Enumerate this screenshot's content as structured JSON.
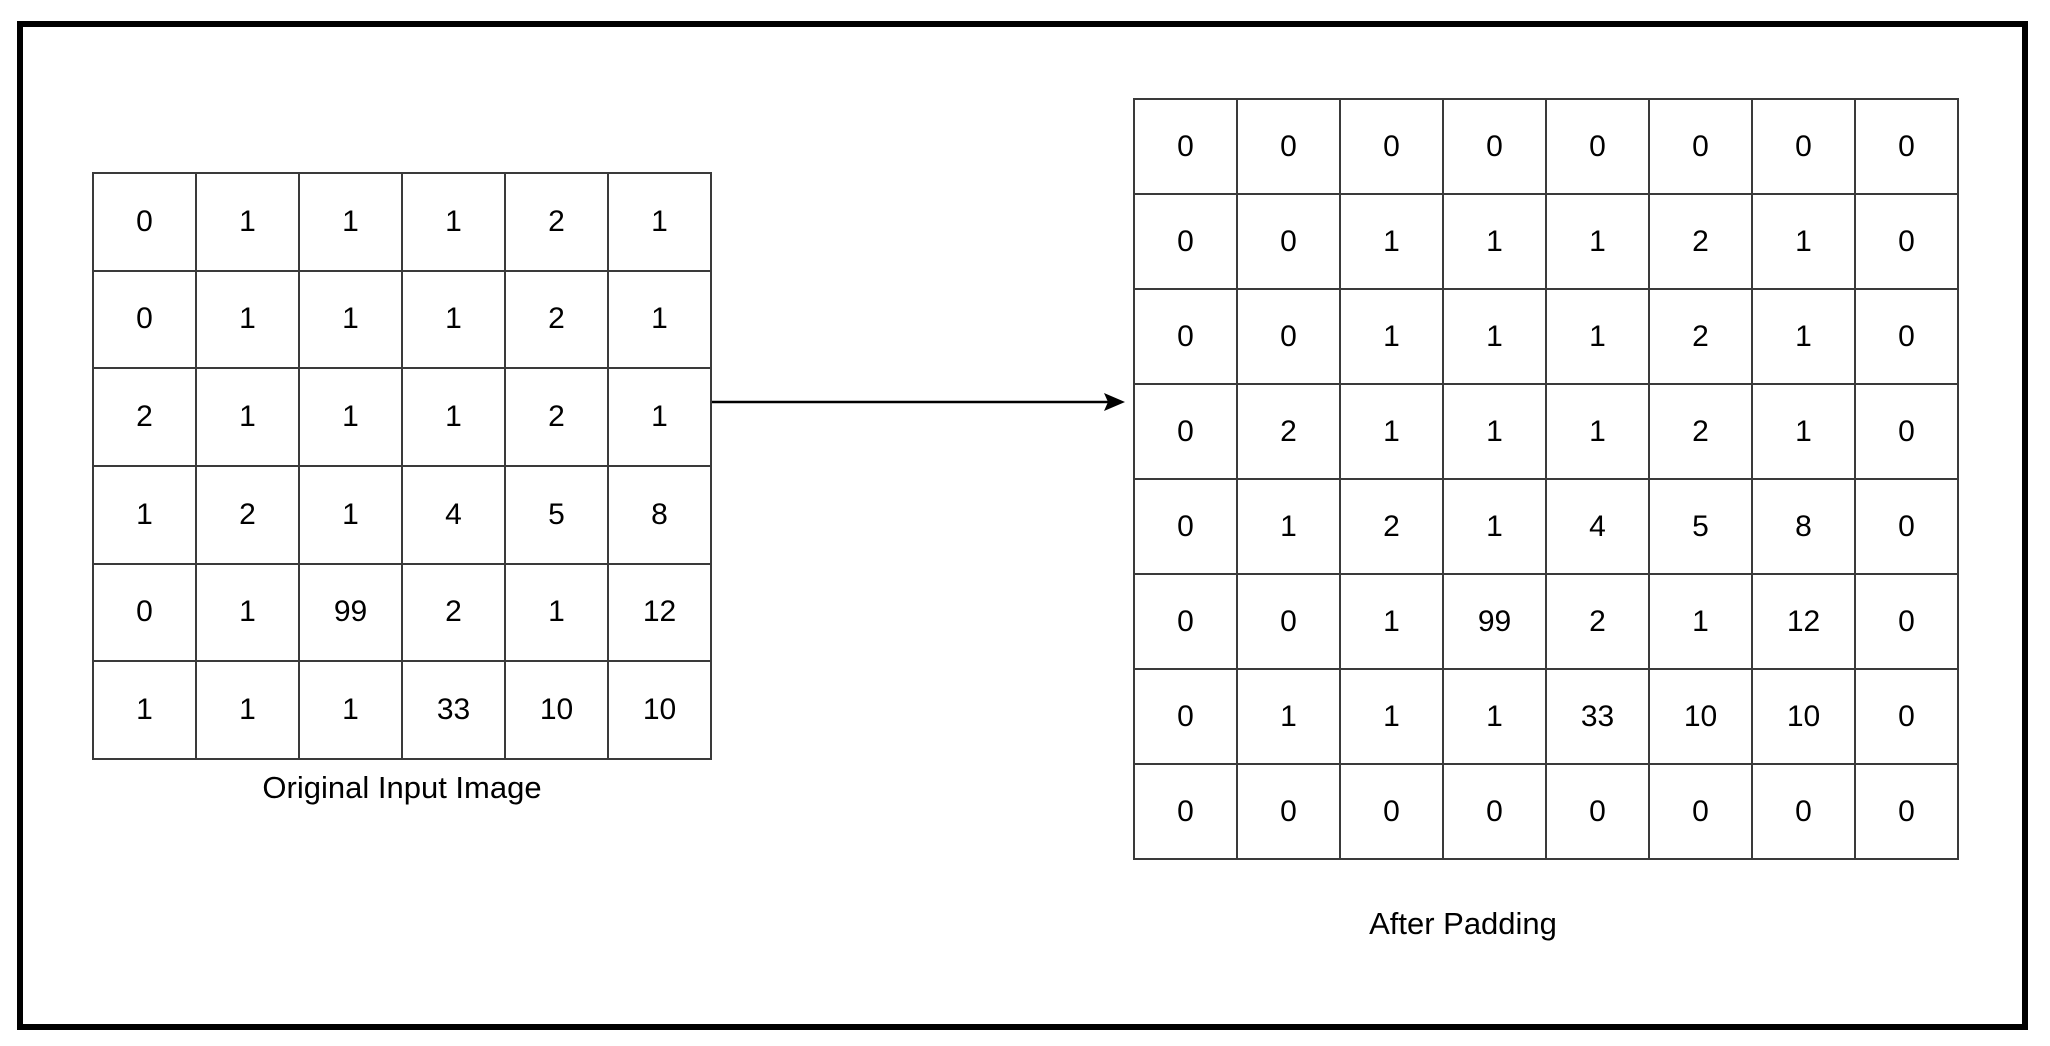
{
  "diagram": {
    "input": {
      "caption": "Original Input Image",
      "rows": [
        [
          "0",
          "1",
          "1",
          "1",
          "2",
          "1"
        ],
        [
          "0",
          "1",
          "1",
          "1",
          "2",
          "1"
        ],
        [
          "2",
          "1",
          "1",
          "1",
          "2",
          "1"
        ],
        [
          "1",
          "2",
          "1",
          "4",
          "5",
          "8"
        ],
        [
          "0",
          "1",
          "99",
          "2",
          "1",
          "12"
        ],
        [
          "1",
          "1",
          "1",
          "33",
          "10",
          "10"
        ]
      ]
    },
    "padded": {
      "caption": "After Padding",
      "rows": [
        [
          "0",
          "0",
          "0",
          "0",
          "0",
          "0",
          "0",
          "0"
        ],
        [
          "0",
          "0",
          "1",
          "1",
          "1",
          "2",
          "1",
          "0"
        ],
        [
          "0",
          "0",
          "1",
          "1",
          "1",
          "2",
          "1",
          "0"
        ],
        [
          "0",
          "2",
          "1",
          "1",
          "1",
          "2",
          "1",
          "0"
        ],
        [
          "0",
          "1",
          "2",
          "1",
          "4",
          "5",
          "8",
          "0"
        ],
        [
          "0",
          "0",
          "1",
          "99",
          "2",
          "1",
          "12",
          "0"
        ],
        [
          "0",
          "1",
          "1",
          "1",
          "33",
          "10",
          "10",
          "0"
        ],
        [
          "0",
          "0",
          "0",
          "0",
          "0",
          "0",
          "0",
          "0"
        ]
      ]
    }
  }
}
